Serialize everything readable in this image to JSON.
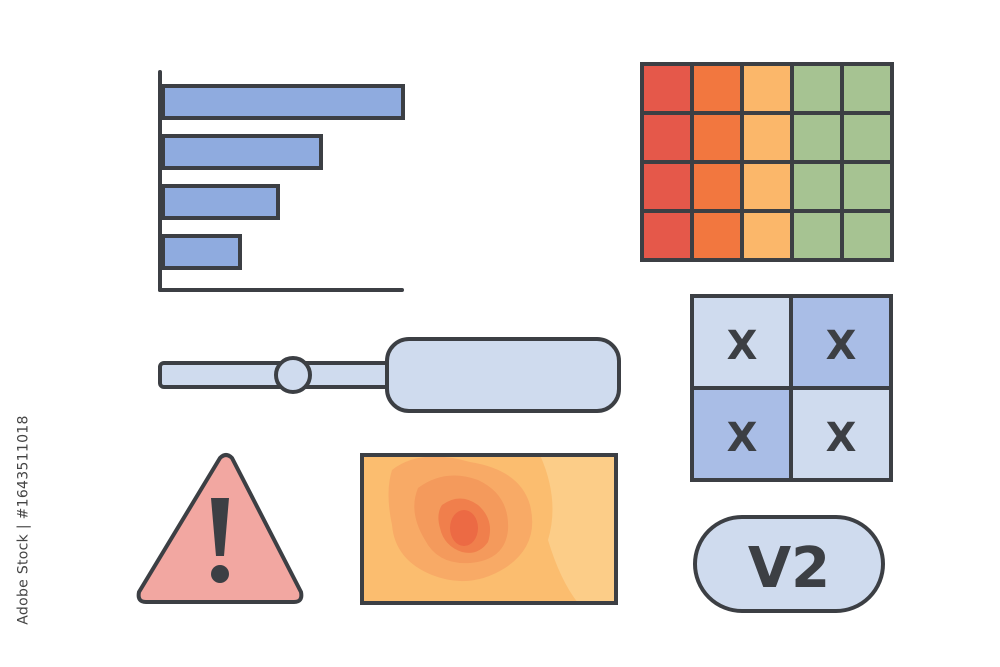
{
  "stock_id": "Adobe Stock | #1643511018",
  "version_badge": {
    "label": "V2"
  },
  "mark_grid": {
    "cells": [
      "X",
      "X",
      "X",
      "X"
    ]
  },
  "progress_slider": {
    "value_fraction": 0.33
  },
  "bar_chart": {
    "type": "bar",
    "orientation": "horizontal",
    "values": [
      1.0,
      0.66,
      0.48,
      0.32
    ],
    "fill": "#8fabdf"
  },
  "color_scale_grid": {
    "rows": 4,
    "columns": 5,
    "column_colors": [
      "#e5584a",
      "#f2773f",
      "#fbb76a",
      "#a6c392",
      "#a6c392"
    ]
  },
  "colors": {
    "outline": "#3c3f44",
    "bar_blue": "#8fabdf",
    "slider_fill": "#cfdbee",
    "cell_light": "#cfdbee",
    "cell_dark": "#a9bde6",
    "warning_fill": "#f2a7a1",
    "heatmap_base": "#fbbd6f",
    "heatmap_mid": "#f49a5c",
    "heatmap_hot": "#ec6a44"
  },
  "icons": {
    "warning": "warning-triangle-icon",
    "exclamation": "exclamation-icon",
    "heatmap": "heatmap-panel"
  }
}
